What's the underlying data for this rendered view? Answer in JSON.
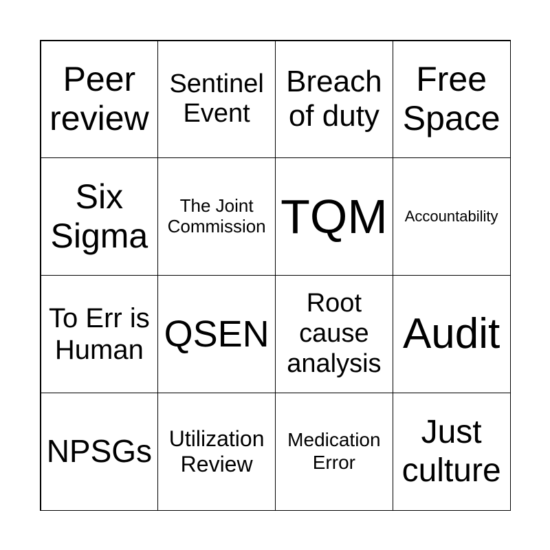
{
  "cells": [
    {
      "text": "Peer review",
      "size": 50
    },
    {
      "text": "Sentinel Event",
      "size": 38
    },
    {
      "text": "Breach of duty",
      "size": 44
    },
    {
      "text": "Free Space",
      "size": 50
    },
    {
      "text": "Six Sigma",
      "size": 50
    },
    {
      "text": "The Joint Commission",
      "size": 26
    },
    {
      "text": "TQM",
      "size": 70
    },
    {
      "text": "Accountability",
      "size": 22
    },
    {
      "text": "To Err is Human",
      "size": 40
    },
    {
      "text": "QSEN",
      "size": 54
    },
    {
      "text": "Root cause analysis",
      "size": 38
    },
    {
      "text": "Audit",
      "size": 62
    },
    {
      "text": "NPSGs",
      "size": 46
    },
    {
      "text": "Utilization Review",
      "size": 32
    },
    {
      "text": "Medication Error",
      "size": 28
    },
    {
      "text": "Just culture",
      "size": 48
    }
  ]
}
